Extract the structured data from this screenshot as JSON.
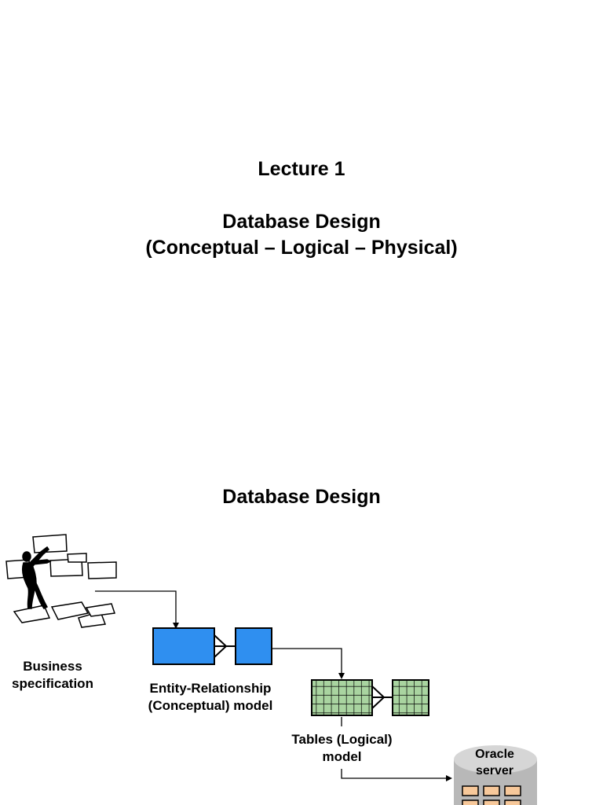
{
  "slide1": {
    "lecture": "Lecture 1",
    "title_line1": "Database Design",
    "title_line2": "(Conceptual – Logical – Physical)"
  },
  "slide2": {
    "title": "Database Design",
    "business_label_line1": "Business",
    "business_label_line2": "specification",
    "er_label_line1": "Entity-Relationship",
    "er_label_line2": "(Conceptual) model",
    "tables_label_line1": "Tables (Logical)",
    "tables_label_line2": "model",
    "oracle_label_line1": "Oracle",
    "oracle_label_line2": "server"
  },
  "colors": {
    "entity_fill": "#2f8ff0",
    "table_fill": "#a9d4a0",
    "server_body": "#b8b8b8",
    "server_cell": "#f7c89a"
  },
  "icons": {
    "business": "person-with-papers-icon",
    "server": "database-cylinder-icon"
  }
}
